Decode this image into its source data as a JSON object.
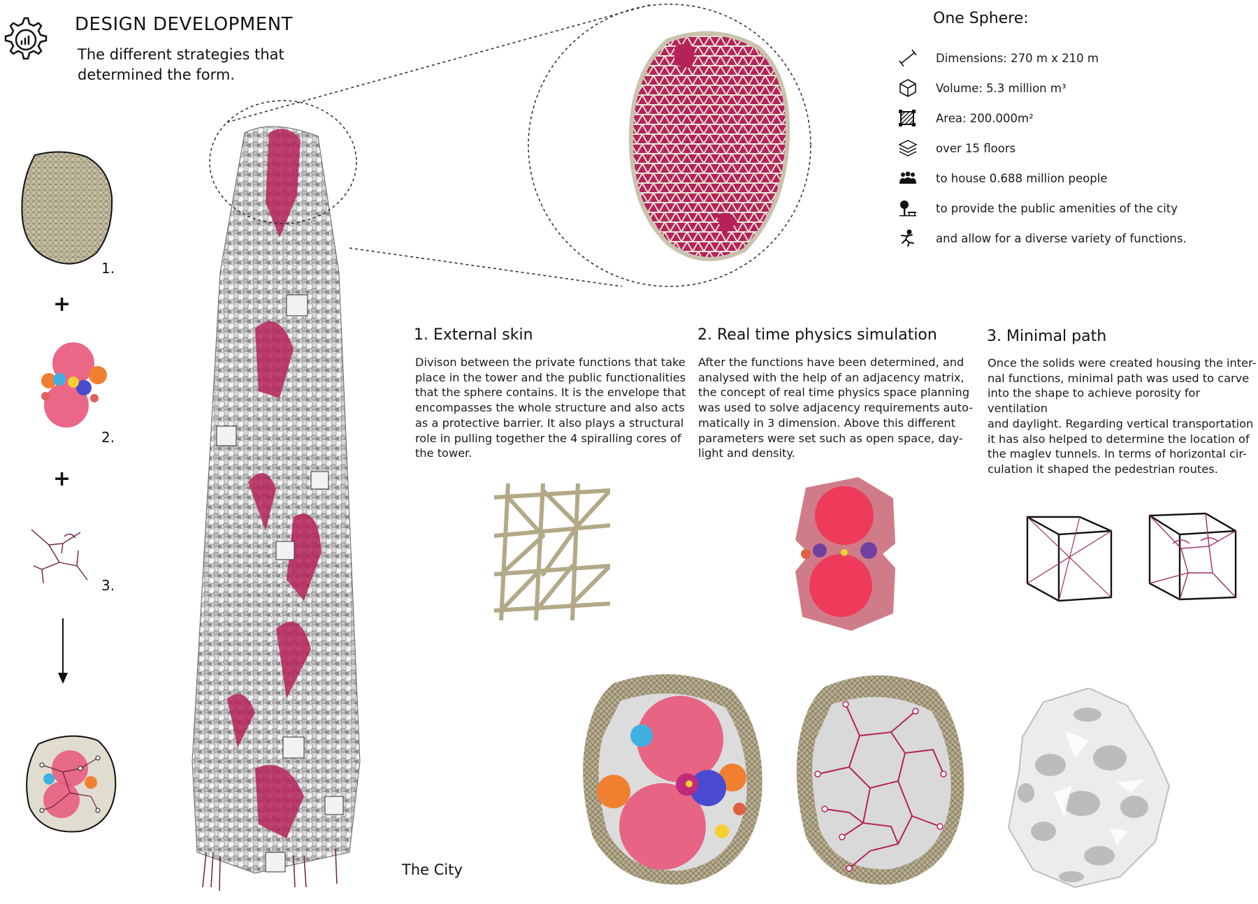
{
  "header": {
    "title": "DESIGN DEVELOPMENT",
    "subtitle_line1": "The different strategies that",
    "subtitle_line2": "determined the form."
  },
  "sidebar": {
    "steps": [
      {
        "number": "1."
      },
      {
        "number": "2."
      },
      {
        "number": "3."
      }
    ],
    "plus_symbol": "+"
  },
  "info": {
    "title": "One Sphere:",
    "rows": [
      {
        "icon": "dimension-icon",
        "text": "Dimensions: 270 m x 210 m"
      },
      {
        "icon": "cube-icon",
        "text": "Volume: 5.3 million m³"
      },
      {
        "icon": "area-icon",
        "text": "Area: 200.000m²"
      },
      {
        "icon": "layers-icon",
        "text": "over 15 floors"
      },
      {
        "icon": "people-icon",
        "text": "to house 0.688 million people"
      },
      {
        "icon": "tree-bench-icon",
        "text": "to provide the public amenities of the city"
      },
      {
        "icon": "dancer-icon",
        "text": "and allow for a diverse variety of functions."
      }
    ]
  },
  "sections": [
    {
      "title": "1. External skin",
      "lines": [
        "Divison between the private functions that take",
        "place in the tower and the public functionalities",
        "that the sphere contains. It is the envelope that",
        "encompasses the whole structure and also acts",
        "as a protective barrier. It also plays a structural",
        "role in pulling together the 4 spiralling cores of",
        "the tower."
      ]
    },
    {
      "title": "2. Real time physics simulation",
      "lines": [
        "After the functions have been determined, and",
        "analysed with the help of an adjacency matrix,",
        "the concept of real time physics space planning",
        "was used to solve adjacency requirements auto-",
        "matically in 3 dimension. Above this different",
        "parameters were set such as open space, day-",
        "light and density."
      ]
    },
    {
      "title": "3. Minimal path",
      "lines": [
        "Once the solids were created housing the inter-",
        "nal functions, minimal path was used to carve",
        "into the shape to achieve porosity for ventilation",
        "and daylight. Regarding vertical transportation",
        "it has also helped to determine the location of",
        "the maglev tunnels. In terms of horizontal cir-",
        "culation it shaped the pedestrian routes."
      ]
    }
  ],
  "tower_caption": "The City",
  "colors": {
    "mesh": "#b8ad8e",
    "magenta": "#c21a58",
    "pink_sphere": "#e8567a",
    "dark": "#1a1a1a"
  }
}
